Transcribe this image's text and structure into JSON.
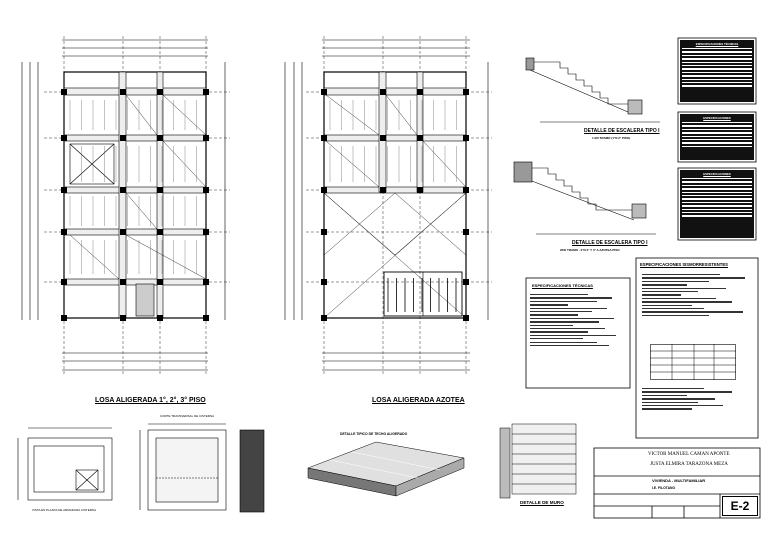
{
  "plans": {
    "slab_floors_title": "LOSA ALIGERADA 1°, 2°, 3° PISO",
    "slab_roof_title": "LOSA ALIGERADA AZOTEA",
    "cistern_plan_label": "VISTA EN PLANTA DE ARMADURA CISTERNA",
    "cistern_section_label": "CORTE TRANSVERSAL DE CISTERNA",
    "roof_detail_label": "DETALLE TIPICO DE TECHO ALIGERADO",
    "wall_detail_label": "DETALLE DE MURO"
  },
  "stairs": {
    "detail1_title": "DETALLE DE ESCALERA TIPO I",
    "detail1_sub": "1 ER TRAMO (1°N 2° PISO)",
    "detail2_title": "DETALLE DE ESCALERA TIPO I",
    "detail2_sub": "2DO TRAMO - 2°N 3° Y 3° A AZOTEA PISO"
  },
  "specs": {
    "left_title": "ESPECIFICACIONES TÉCNICAS",
    "right_title": "ESPECIFICACIONES SISMORRESISTENTES",
    "notes_title_1": "ESPECIFICACIONES TÉCNICAS",
    "notes_title_2": "ESPECIFICACIONES",
    "notes_title_3": "ESPECIFICACIONES"
  },
  "title_block": {
    "author_1": "VICTOR MANUEL CAMAN APONTE",
    "author_2": "JUSTA ELMIRA TARAZONA MEZA",
    "project": "VIVIENDA - MULTIFAMILIAR",
    "owner": "I.E. FILOTANO",
    "sheet_code": "E-2"
  },
  "colors": {
    "ink": "#000000",
    "paper": "#ffffff",
    "grid": "#555555"
  }
}
